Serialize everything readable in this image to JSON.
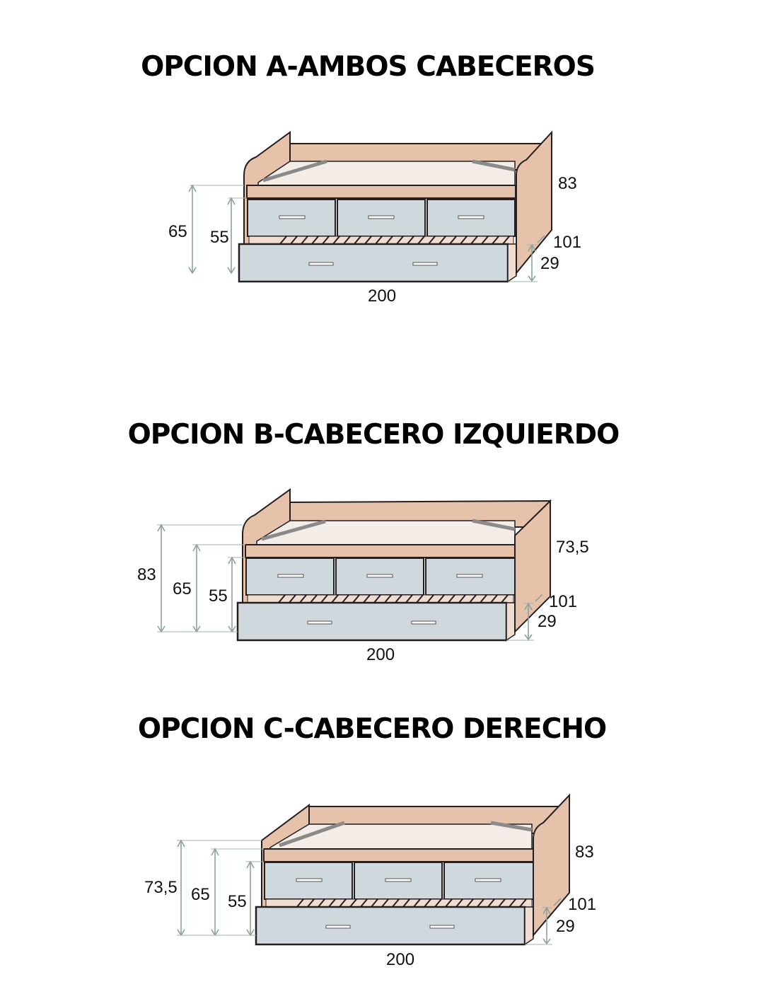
{
  "options": [
    {
      "title": "OPCION A-AMBOS CABECEROS",
      "labels": {
        "top": "83",
        "depth": "101",
        "trundle": "29",
        "width": "200",
        "left1": "65",
        "left2": "55"
      }
    },
    {
      "title": "OPCION B-CABECERO IZQUIERDO",
      "labels": {
        "top": "73,5",
        "depth": "101",
        "trundle": "29",
        "width": "200",
        "left0": "83",
        "left1": "65",
        "left2": "55"
      }
    },
    {
      "title": "OPCION C-CABECERO DERECHO",
      "labels": {
        "top": "83",
        "depth": "101",
        "trundle": "29",
        "width": "200",
        "left0": "73,5",
        "left1": "65",
        "left2": "55"
      }
    }
  ],
  "colors": {
    "wood": "#e7c2aa",
    "wood_light": "#f0ddd0",
    "mattress": "#f4ece6",
    "drawer": "#cfd8dc",
    "outline": "#231f20",
    "dimension": "#8aa49a"
  }
}
